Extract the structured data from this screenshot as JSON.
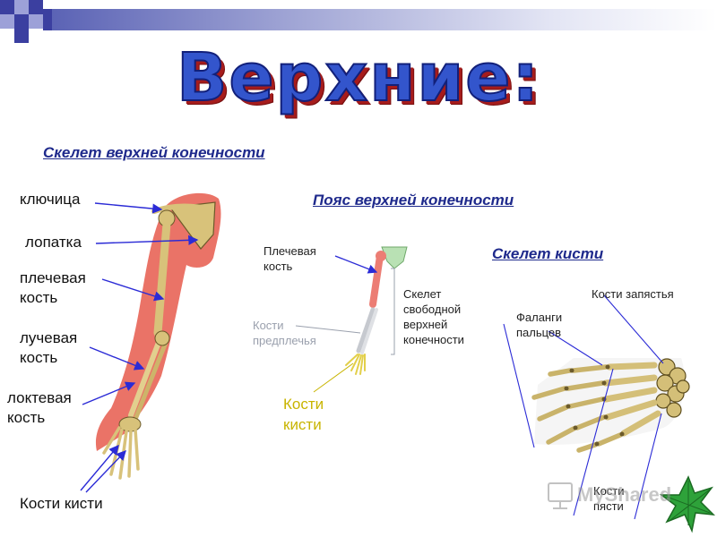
{
  "title": "Верхние:",
  "headings": {
    "upper_limb_skeleton": "Скелет верхней конечности",
    "shoulder_girdle": "Пояс верхней конечности",
    "hand_skeleton": "Скелет кисти"
  },
  "arm_labels": {
    "clavicle": "ключица",
    "scapula": "лопатка",
    "humerus_1": "плечевая",
    "humerus_2": "кость",
    "radius_1": "лучевая",
    "radius_2": "кость",
    "ulna_1": "локтевая",
    "ulna_2": "кость",
    "hand_bones": "Кости кисти"
  },
  "girdle_labels": {
    "humerus_1": "Плечевая",
    "humerus_2": "кость",
    "forearm_1": "Кости",
    "forearm_2": "предплечья",
    "free_limb_1": "Скелет",
    "free_limb_2": "свободной",
    "free_limb_3": "верхней",
    "free_limb_4": "конечности",
    "hand_1": "Кости",
    "hand_2": "кисти"
  },
  "hand_labels": {
    "carpal": "Кости запястья",
    "phalanges_1": "Фаланги",
    "phalanges_2": "пальцев",
    "metacarpal_1": "Кости",
    "metacarpal_2": "пясти"
  },
  "watermark": "MyShared",
  "colors": {
    "title_fill": "#3355cc",
    "title_shadow": "#a61c1c",
    "heading": "#1f2a8c",
    "arrow": "#2b2bd6",
    "muscle": "#e8675a",
    "bone": "#d8c27a",
    "hand_label_yellow": "#c8b400"
  }
}
